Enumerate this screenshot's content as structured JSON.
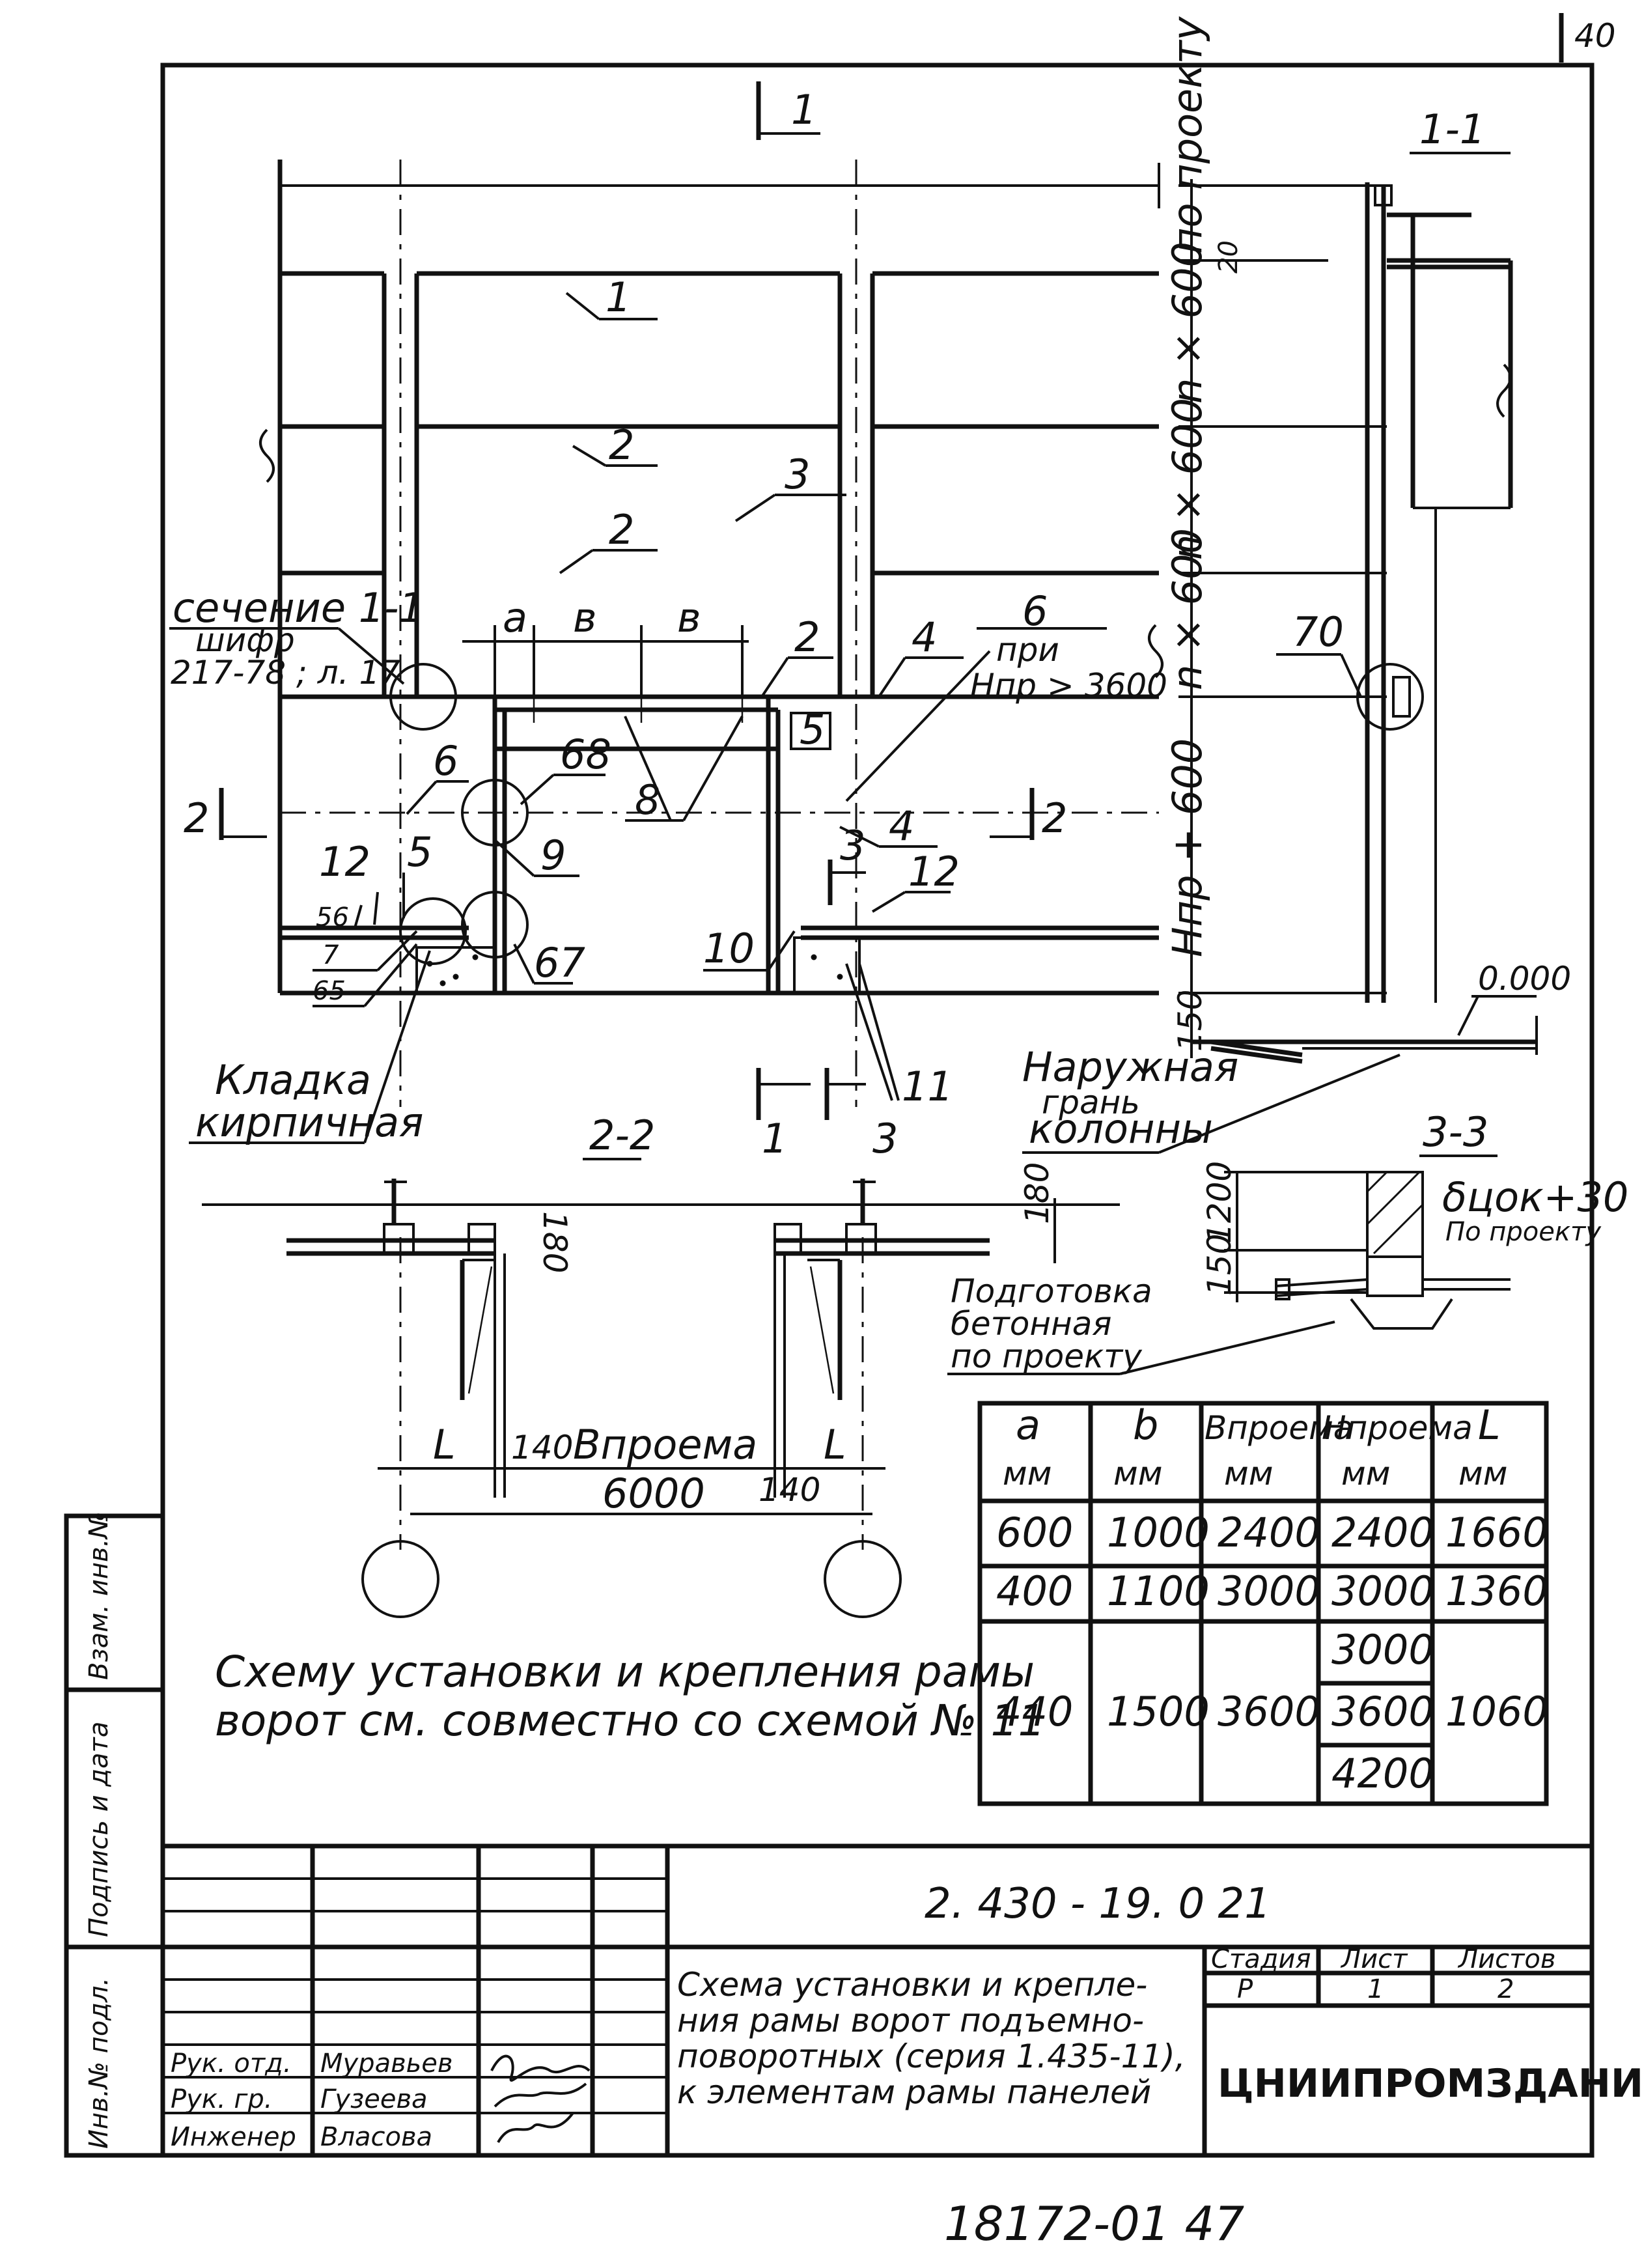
{
  "page_number": "40",
  "sections": {
    "s11": "1-1",
    "s22": "2-2",
    "s33": "3-3",
    "mark1": "1",
    "mark2": "2",
    "mark3": "3"
  },
  "callouts": {
    "c1": "1",
    "c2": "2",
    "c3": "3",
    "c4": "4",
    "c5": "5",
    "c6": "6",
    "c7": "7",
    "c8": "8",
    "c9": "9",
    "c10": "10",
    "c11": "11",
    "c12": "12",
    "c56": "56",
    "c65": "65",
    "c67": "67",
    "c68": "68",
    "c70": "70"
  },
  "labels": {
    "a": "а",
    "b": "в",
    "section_ref_1": "сечение 1-1",
    "section_ref_2": "шифр",
    "section_ref_3": "217-78 ; л. 17",
    "note_6_1": "при",
    "note_6_2": "Нпр > 3600",
    "masonry_1": "Кладка",
    "masonry_2": "кирпичная",
    "outer_face_1": "Наружная",
    "outer_face_2": "грань",
    "outer_face_3": "колонны",
    "concrete_1": "Подготовка",
    "concrete_2": "бетонная",
    "concrete_3": "по проекту",
    "zero_level": "0.000",
    "plinth_1": "δцок+30",
    "plinth_2": "По проекту"
  },
  "dimensions": {
    "by_project": "по проекту",
    "n600_1": "n × 600",
    "n600_2": "n × 600",
    "n600_3": "n × 600",
    "hpr600": "Нпр + 600",
    "d150": "150",
    "d20": "20",
    "d180a": "180",
    "d180b": "180",
    "d1200": "1200",
    "d150b": "150",
    "L": "L",
    "d140a": "140",
    "d140b": "140",
    "opening": "Впроема",
    "d6000": "6000"
  },
  "table": {
    "headers": [
      {
        "top": "a",
        "bottom": "мм"
      },
      {
        "top": "b",
        "bottom": "мм"
      },
      {
        "top": "Впроема",
        "bottom": "мм"
      },
      {
        "top": "Нпроема",
        "bottom": "мм"
      },
      {
        "top": "L",
        "bottom": "мм"
      }
    ],
    "rows": [
      [
        "600",
        "1000",
        "2400",
        "2400",
        "1660"
      ],
      [
        "400",
        "1100",
        "3000",
        "3000",
        "1360"
      ],
      [
        "440",
        "1500",
        "3600",
        "3000",
        "1060"
      ]
    ],
    "extra_h": [
      "3600",
      "4200"
    ]
  },
  "note_1": "Схему установки и крепления рамы",
  "note_2": "ворот см. совместно со схемой № 11",
  "stamp": {
    "side_labels": [
      "Инв.№ подл.",
      "Подпись и дата",
      "Взам. инв.№"
    ],
    "code": "2. 430 - 19. 0 21",
    "title": [
      "Схема установки и крепле-",
      "ния рамы ворот подъемно-",
      "поворотных (серия 1.435-11),",
      "к элементам рамы панелей"
    ],
    "stage_h": "Стадия",
    "sheet_h": "Лист",
    "sheets_h": "Листов",
    "stage": "Р",
    "sheet": "1",
    "sheets": "2",
    "org": "ЦНИИПРОМЗДАНИЙ",
    "roles": [
      {
        "role": "Рук. отд.",
        "name": "Муравьев"
      },
      {
        "role": "Рук. гр.",
        "name": "Гузеева"
      },
      {
        "role": "Инженер",
        "name": "Власова"
      }
    ]
  },
  "bottom_number": "18172-01 47"
}
